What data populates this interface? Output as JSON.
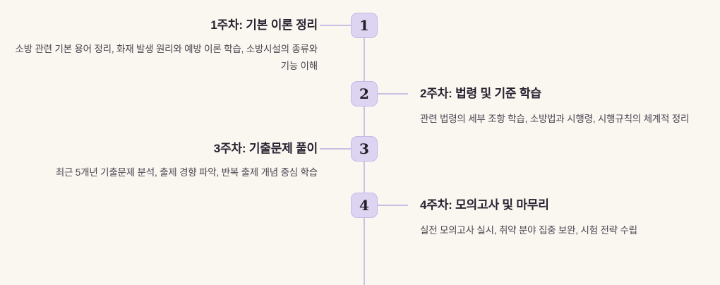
{
  "page": {
    "background_color": "#faf6f0"
  },
  "timeline": {
    "line_color": "#c9c0e4",
    "node_fill_color": "#ddd4f1",
    "node_border_color": "#c6b9e8",
    "number_color": "#232029",
    "title_color": "#292331",
    "description_color": "#4a4550",
    "items": [
      {
        "number": "1",
        "side": "left",
        "title": "1주차: 기본 이론 정리",
        "description": "소방 관련 기본 용어 정리, 화재 발생 원리와 예방 이론 학습, 소방시설의 종류와 기능 이해"
      },
      {
        "number": "2",
        "side": "right",
        "title": "2주차: 법령 및 기준 학습",
        "description": "관련 법령의 세부 조항 학습, 소방법과 시행령, 시행규칙의 체계적 정리"
      },
      {
        "number": "3",
        "side": "left",
        "title": "3주차: 기출문제 풀이",
        "description": "최근 5개년 기출문제 분석, 출제 경향 파악, 반복 출제 개념 중심 학습"
      },
      {
        "number": "4",
        "side": "right",
        "title": "4주차: 모의고사 및 마무리",
        "description": "실전 모의고사 실시, 취약 분야 집중 보완, 시험 전략 수립"
      }
    ]
  }
}
